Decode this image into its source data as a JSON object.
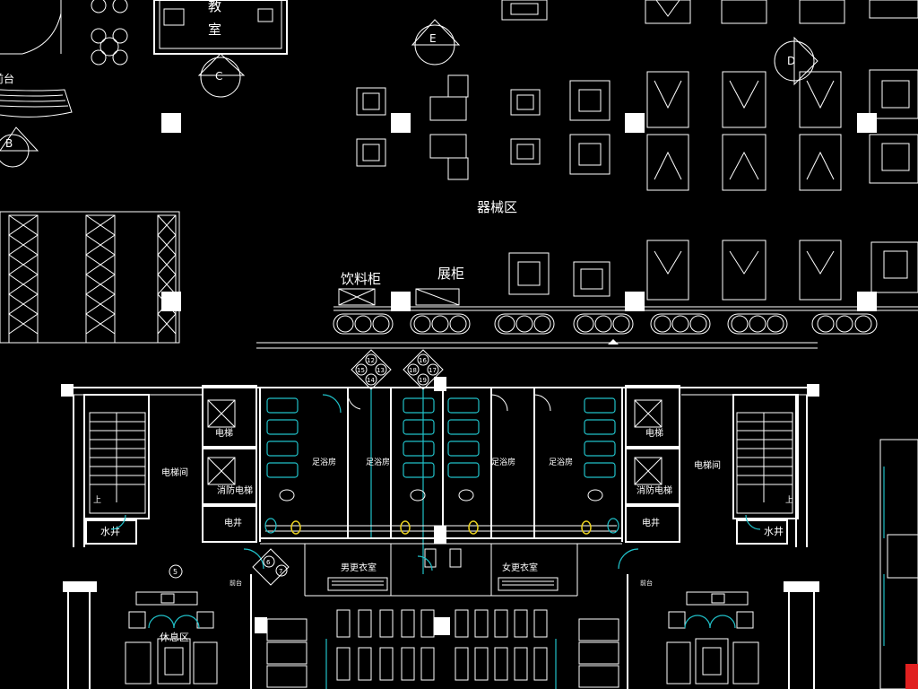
{
  "drawing": {
    "colors": {
      "background": "#000000",
      "lines": "#ffffff",
      "fixtures": "#20c0c8",
      "accent": "#e02020",
      "yellow": "#e8d020"
    },
    "labels": {
      "study_room": [
        "教",
        "室"
      ],
      "equipment_area": "器械区",
      "drink_cabinet": "饮料柜",
      "display_cabinet": "展柜",
      "elevator_left": "电梯",
      "elevator_right": "电梯",
      "elevator_room_left": "电梯间",
      "elevator_room_right": "电梯间",
      "fire_elevator_left": "消防电梯",
      "fire_elevator_right": "消防电梯",
      "shaft_left": "电井",
      "shaft_right": "电井",
      "water_well_left": "水井",
      "water_well_right": "水井",
      "footbath": [
        "足浴房",
        "足浴房",
        "足浴房",
        "足浴房"
      ],
      "mens_locker": "男更衣室",
      "womens_locker": "女更衣室",
      "lounge": "休息区",
      "up_left": "上",
      "up_right": "上",
      "misc_left": "前台",
      "misc_right": "前台"
    },
    "markers": {
      "B": "B",
      "C": "C",
      "E": "E",
      "D": "D",
      "n5": "5",
      "n6": "6",
      "n7": "7",
      "set1": [
        "12",
        "15",
        "13",
        "14"
      ],
      "set2": [
        "16",
        "18",
        "17",
        "19"
      ]
    }
  }
}
